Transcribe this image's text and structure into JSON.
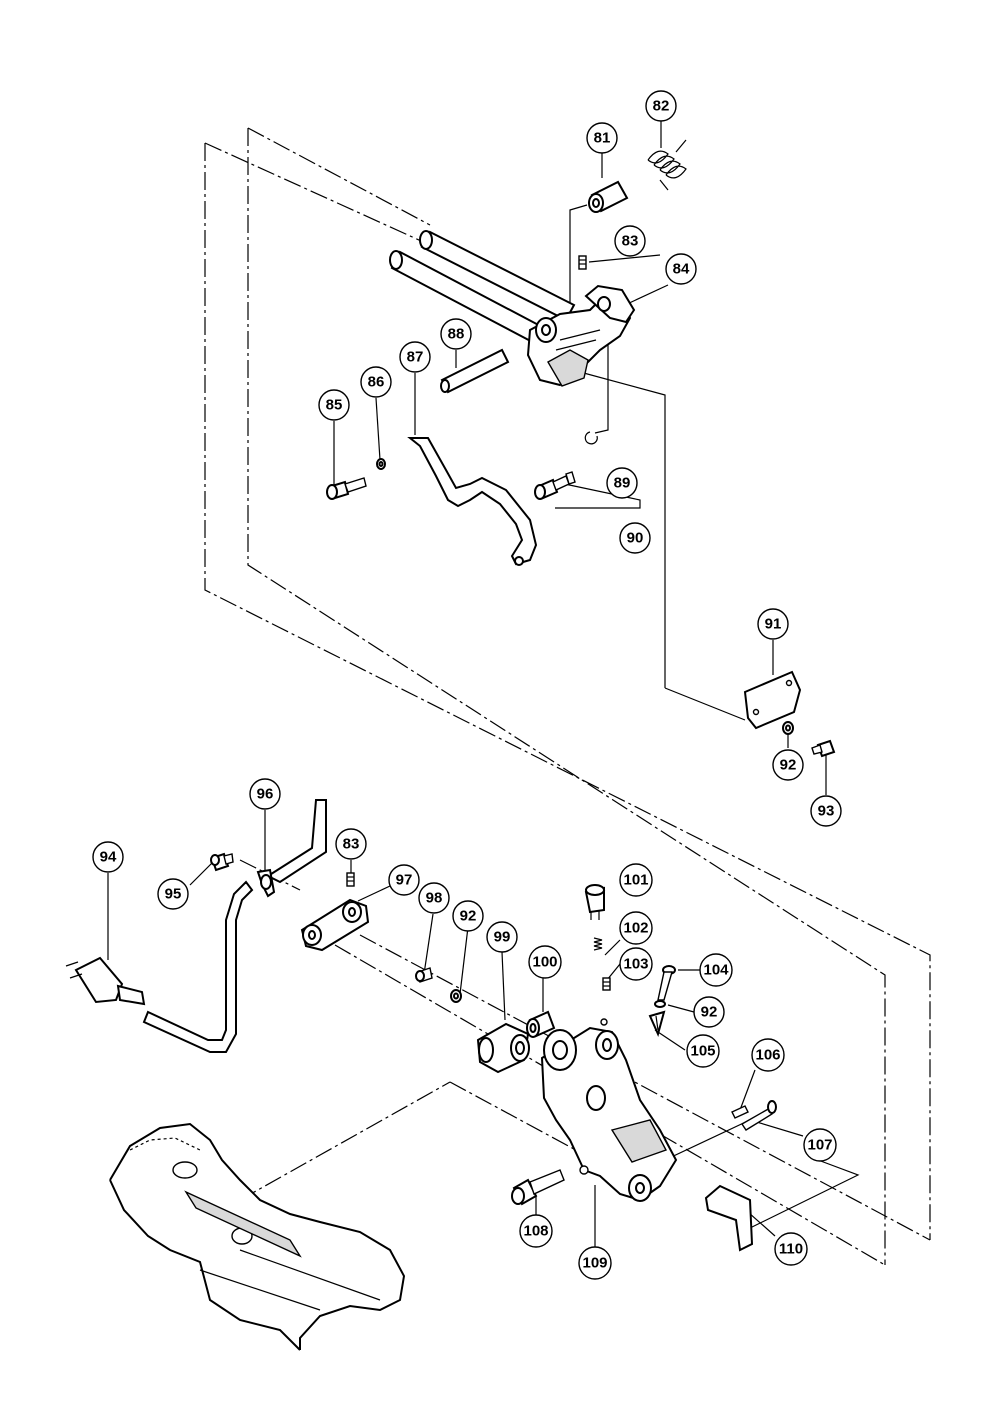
{
  "diagram": {
    "callouts": [
      "81",
      "82",
      "83",
      "84",
      "85",
      "86",
      "87",
      "88",
      "89",
      "90",
      "91",
      "92",
      "93",
      "94",
      "95",
      "96",
      "83",
      "97",
      "98",
      "92",
      "99",
      "100",
      "101",
      "102",
      "103",
      "104",
      "92",
      "105",
      "106",
      "107",
      "108",
      "109",
      "110"
    ]
  }
}
